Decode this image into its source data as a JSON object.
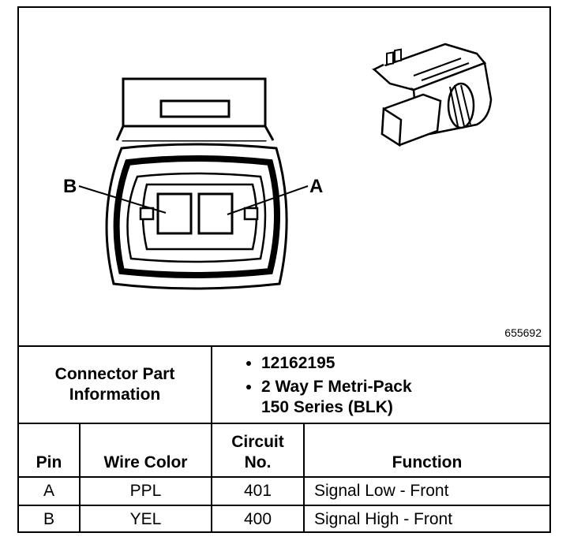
{
  "diagram": {
    "pin_label_b": "B",
    "pin_label_a": "A",
    "figure_id": "655692"
  },
  "connector_info": {
    "label_line1": "Connector Part",
    "label_line2": "Information",
    "items": [
      "12162195",
      "2 Way F Metri-Pack",
      "150 Series (BLK)"
    ]
  },
  "pin_table": {
    "headers": {
      "pin": "Pin",
      "wire_color": "Wire Color",
      "circuit_line1": "Circuit",
      "circuit_line2": "No.",
      "function": "Function"
    },
    "rows": [
      {
        "pin": "A",
        "wire_color": "PPL",
        "circuit": "401",
        "function": "Signal Low - Front"
      },
      {
        "pin": "B",
        "wire_color": "YEL",
        "circuit": "400",
        "function": "Signal High - Front"
      }
    ]
  }
}
